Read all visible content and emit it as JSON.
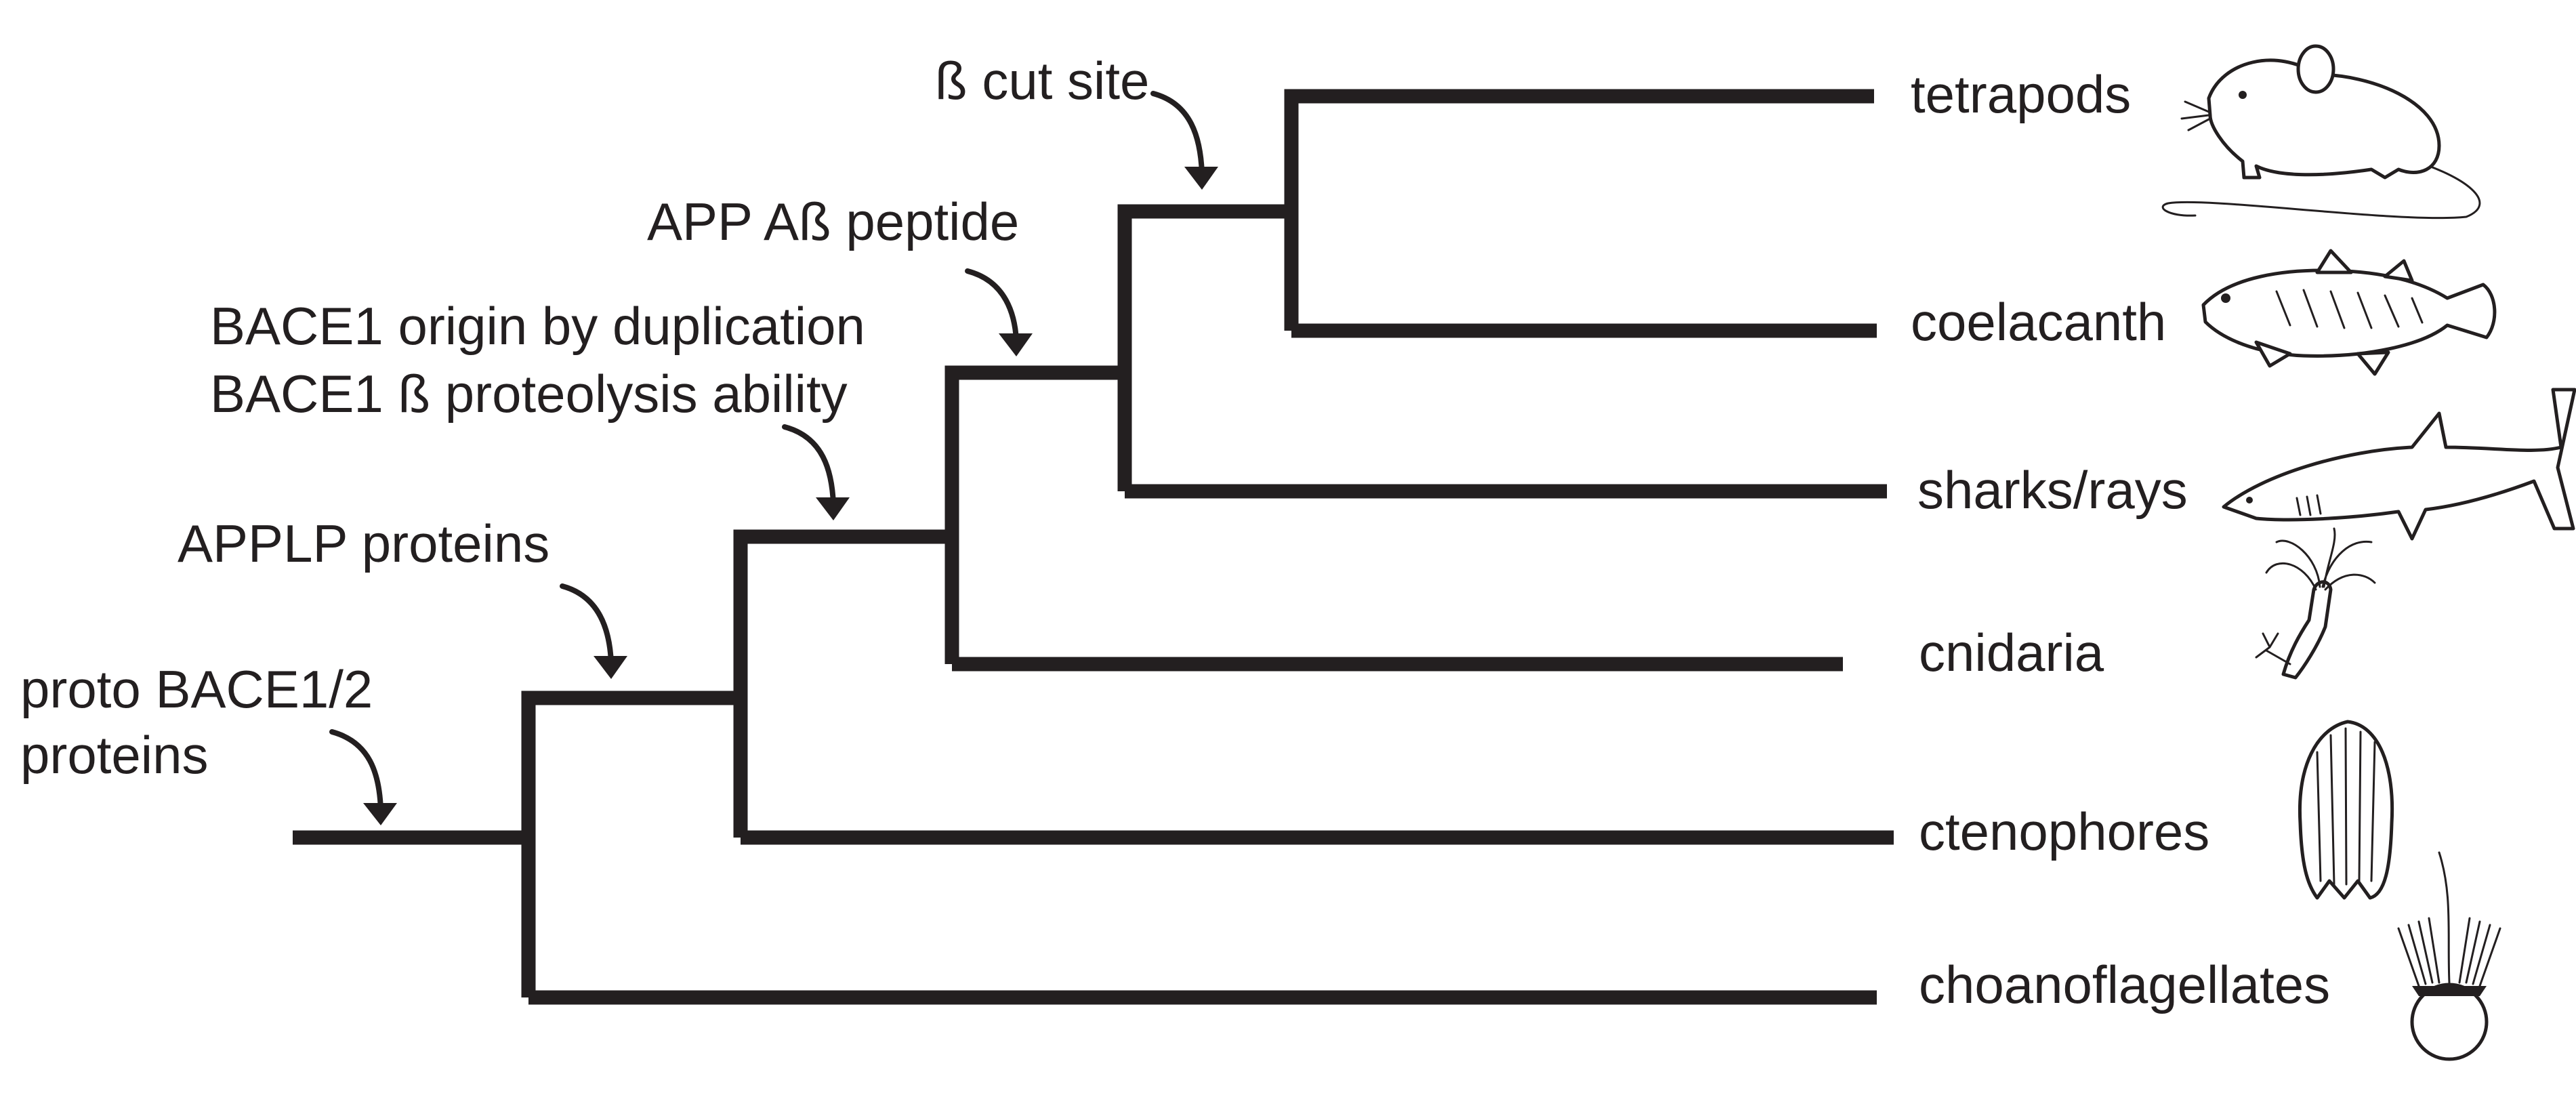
{
  "tree": {
    "taxa": [
      "tetrapods",
      "coelacanth",
      "sharks/rays",
      "cnidaria",
      "ctenophores",
      "choanoflagellates"
    ],
    "annotations": [
      [
        "proto BACE1/2",
        "proteins"
      ],
      [
        "APPLP proteins"
      ],
      [
        "BACE1 origin by duplication",
        "BACE1 ß proteolysis ability"
      ],
      [
        "APP Aß peptide"
      ],
      [
        "ß cut site"
      ]
    ]
  },
  "icons": [
    "mouse-icon",
    "coelacanth-icon",
    "shark-icon",
    "hydra-icon",
    "comb-jelly-icon",
    "choanoflagellate-icon"
  ],
  "colors": {
    "ink": "#231f20",
    "background": "#ffffff"
  }
}
